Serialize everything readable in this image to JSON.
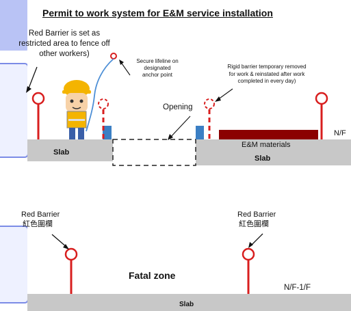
{
  "title": "Permit to work system for E&M service installation",
  "colors": {
    "barrier_red": "#d81e1e",
    "slab_gray": "#c8c8c8",
    "em_material": "#8b0000",
    "post_blue": "#3b7fc4",
    "lifeline": "#4d8fd6",
    "ui_tab": "#9aa8f0"
  },
  "upper_diagram": {
    "red_barrier_note": [
      "Red Barrier is set as",
      "restricted area to fence off",
      "other workers)"
    ],
    "lifeline_note": [
      "Secure lifeline on",
      "designated",
      "anchor point"
    ],
    "rigid_barrier_note": [
      "Rigid barrier temporary removed",
      "for work & reinstated after work",
      "completed in every day)"
    ],
    "opening_label": "Opening",
    "slab_left": "Slab",
    "em_materials_label": "E&M materials",
    "slab_right": "Slab",
    "floor_label": "N/F"
  },
  "lower_diagram": {
    "barrier_left": [
      "Red Barrier",
      "紅色圍欄"
    ],
    "barrier_right": [
      "Red Barrier",
      "紅色圍欄"
    ],
    "zone_label": "Fatal zone",
    "floor_label": "N/F-1/F",
    "slab_label": "Slab"
  }
}
